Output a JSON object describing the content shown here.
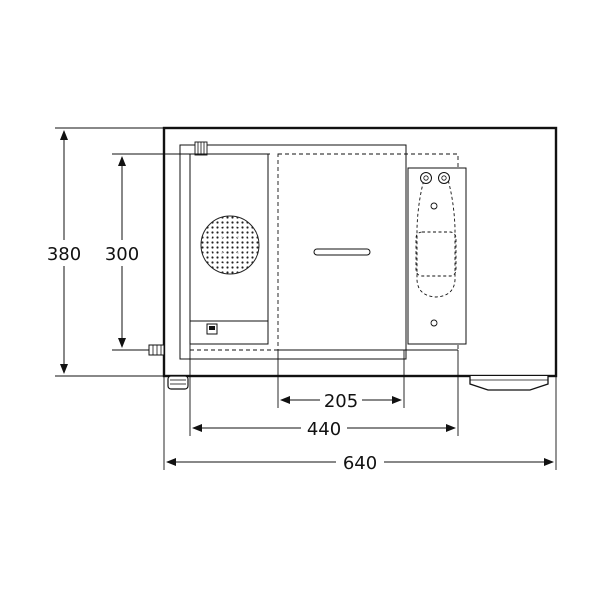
{
  "dimensions": {
    "overall_height": "380",
    "inner_height": "300",
    "slot_width": "205",
    "inner_width": "440",
    "overall_width": "640"
  },
  "colors": {
    "line": "#111111",
    "background": "#ffffff",
    "fan": "#222222"
  },
  "icons": {
    "fan": "fan-grille-icon",
    "switch": "power-switch-icon",
    "connector": "hose-connector-icon"
  }
}
